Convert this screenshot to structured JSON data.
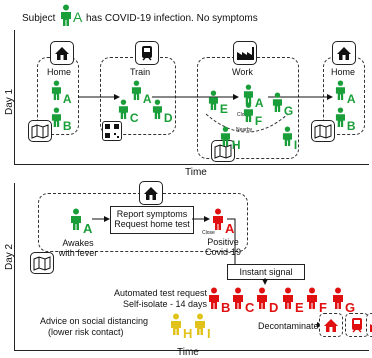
{
  "header": {
    "prefix": "Subject",
    "subject_letter": "A",
    "suffix": "has COVID-19 infection. No symptoms"
  },
  "day1": {
    "day_label": "Day 1",
    "time_label": "Time",
    "locations": [
      {
        "name": "Home",
        "icon": "house-icon",
        "people": [
          "A",
          "B"
        ]
      },
      {
        "name": "Train",
        "icon": "train-icon",
        "people": [
          "A",
          "C",
          "D"
        ]
      },
      {
        "name": "Work",
        "icon": "factory-icon",
        "people": [
          "E",
          "A",
          "G",
          "F",
          "H",
          "I"
        ],
        "close_label": "Close",
        "nearby_label": "Nearby"
      },
      {
        "name": "Home",
        "icon": "house-icon",
        "people": [
          "A",
          "B"
        ]
      }
    ]
  },
  "day2": {
    "day_label": "Day 2",
    "time_label": "Time",
    "awakes_label": "Awakes with fever",
    "report_box": [
      "Report symptoms",
      "Request home test"
    ],
    "positive_label": "Positive Covid-19",
    "close_label": "Close",
    "instant_signal_label": "Instant signal",
    "auto_text": [
      "Automated test request",
      "Self-isolate - 14 days"
    ],
    "red_people": [
      "B",
      "C",
      "D",
      "E",
      "F",
      "G"
    ],
    "advice_text": [
      "Advice on social distancing",
      "(lower risk contact)"
    ],
    "yellow_people": [
      "H",
      "I"
    ],
    "decontaminate_label": "Decontaminate"
  },
  "colors": {
    "green": "#1a9e3a",
    "red": "#e01010",
    "yellow": "#e0c21a"
  }
}
